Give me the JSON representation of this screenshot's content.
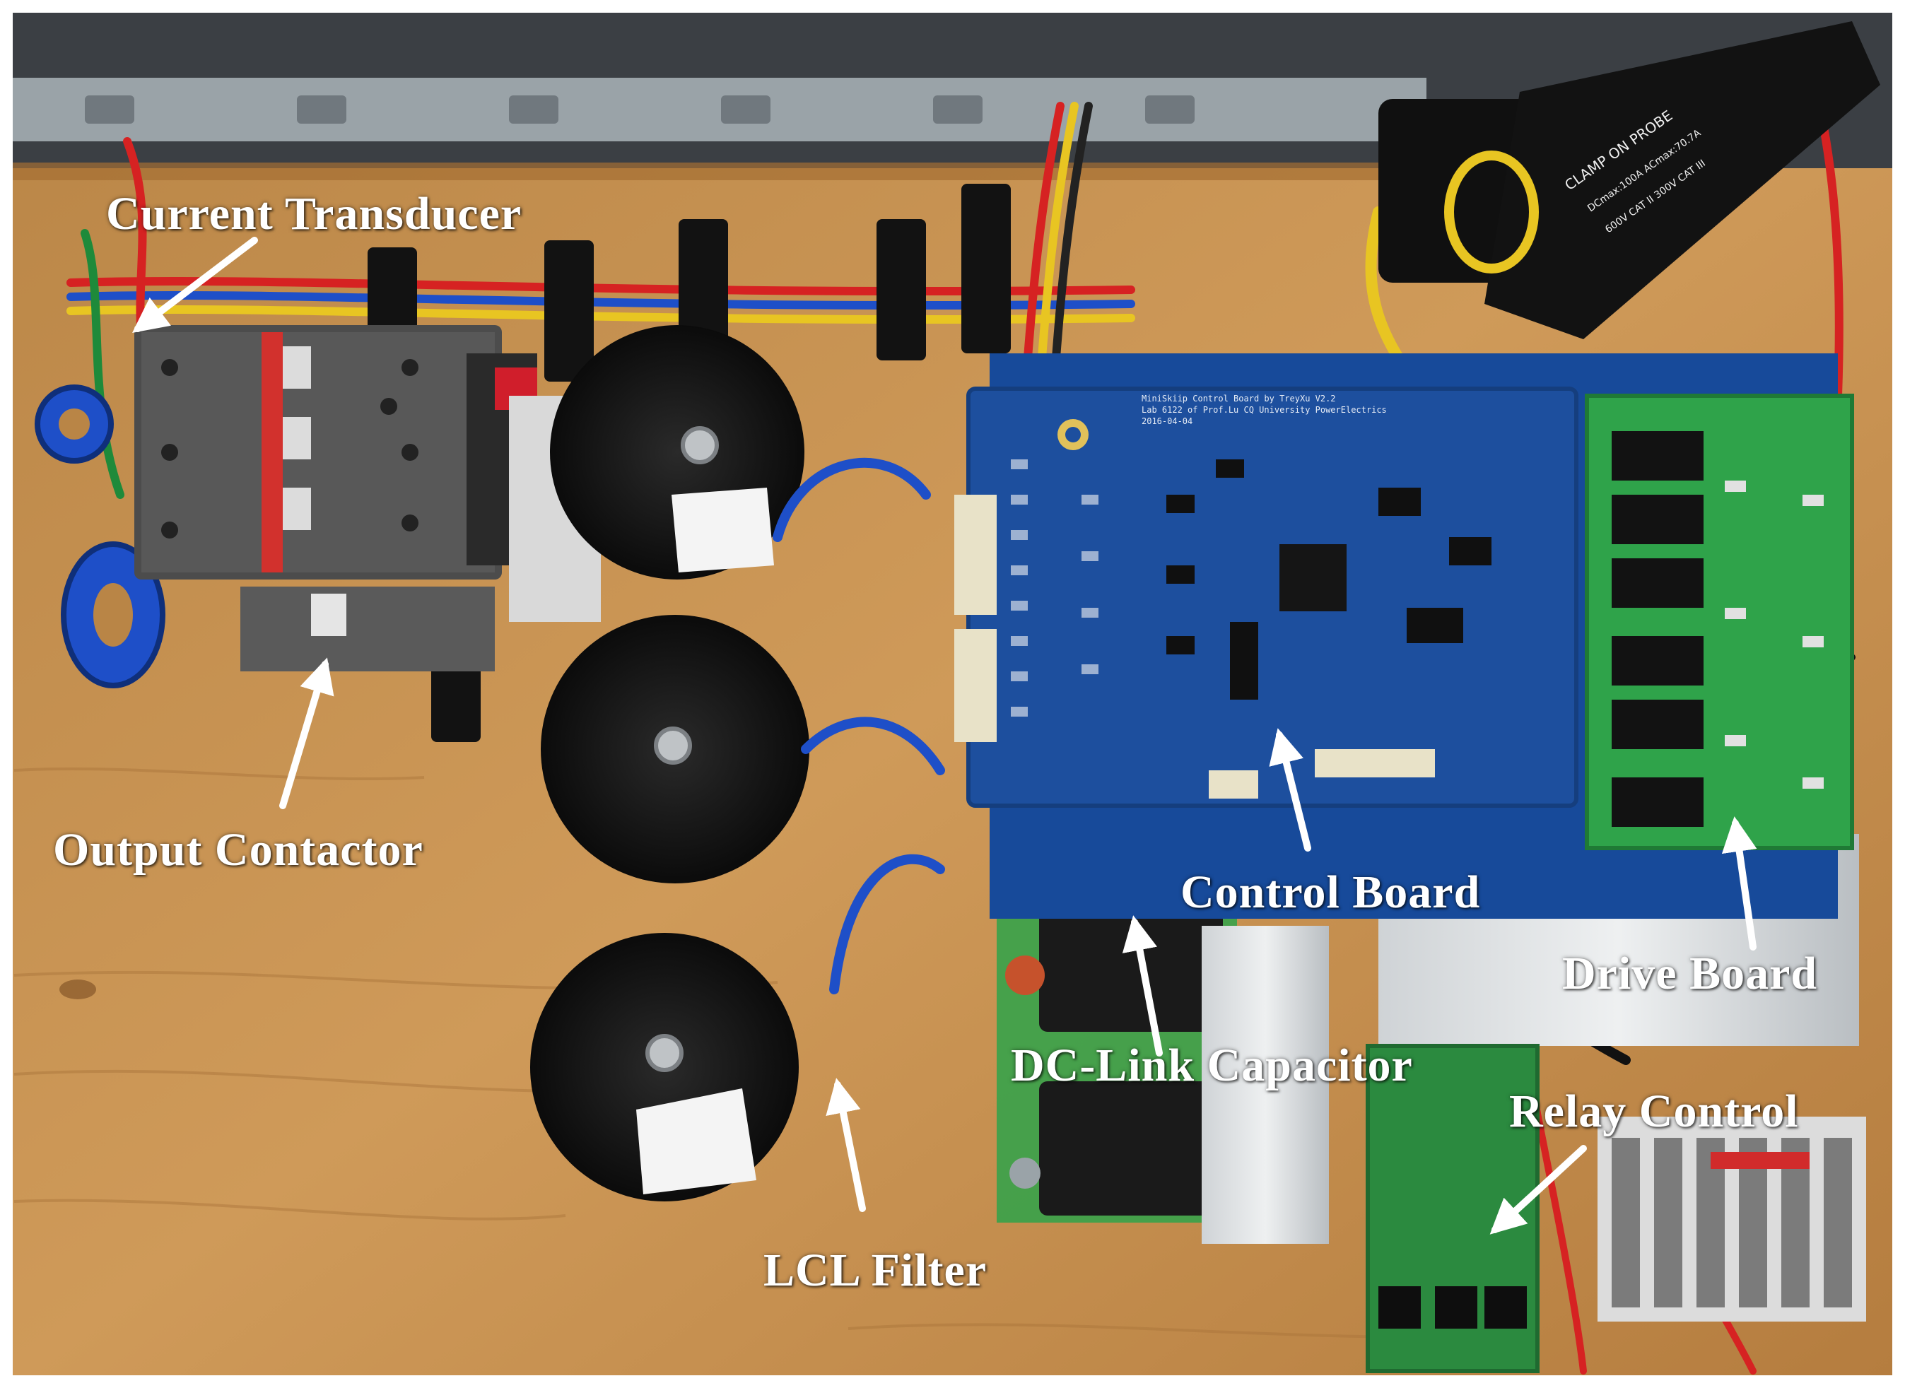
{
  "labels": {
    "current_transducer": "Current Transducer",
    "output_contactor": "Output Contactor",
    "lcl_filter": "LCL Filter",
    "dc_link_capacitor": "DC-Link Capacitor",
    "control_board": "Control Board",
    "drive_board": "Drive Board",
    "relay_control": "Relay Control"
  },
  "board_silkscreen": {
    "title": "MiniSkiip Control Board by TreyXu V2.2",
    "subtitle": "Lab 6122 of Prof.Lu CQ University PowerElectrics",
    "date": "2016-04-04"
  },
  "probe_text": {
    "title": "CLAMP ON PROBE",
    "rating": "DCmax:100A ACmax:70.7A",
    "category": "600V CAT II 300V CAT III"
  },
  "colors": {
    "wood": "#c8924f",
    "pcb_blue": "#1d4f9e",
    "pcb_green": "#2fa34a",
    "capacitor_black": "#141414",
    "contactor_gray": "#4c4c4c",
    "rail_metal": "#9aa3a8",
    "label_text": "#ffffff"
  }
}
